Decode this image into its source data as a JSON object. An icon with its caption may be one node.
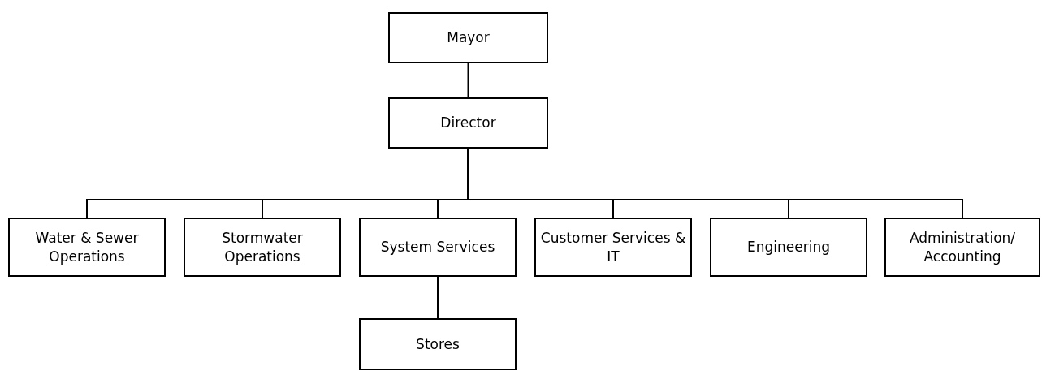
{
  "diagram": {
    "nodes": [
      {
        "text": [
          "Mayor"
        ]
      },
      {
        "text": [
          "Director"
        ]
      },
      {
        "text": [
          "Water & Sewer Operations"
        ]
      },
      {
        "text": [
          "Stormwater Operations"
        ]
      },
      {
        "text": [
          "System Services"
        ]
      },
      {
        "text": [
          "Customer Services & IT"
        ]
      },
      {
        "text": [
          "Engineering"
        ]
      },
      {
        "text": [
          "Administration/ Accounting"
        ]
      },
      {
        "text": [
          "Stores"
        ]
      }
    ],
    "edges": [
      {
        "from": 0,
        "to": 1,
        "arrow": "none"
      },
      {
        "from": 1,
        "to": 2,
        "arrow": "none"
      },
      {
        "from": 1,
        "to": 3,
        "arrow": "none"
      },
      {
        "from": 1,
        "to": 4,
        "arrow": "none"
      },
      {
        "from": 1,
        "to": 5,
        "arrow": "none"
      },
      {
        "from": 1,
        "to": 6,
        "arrow": "none"
      },
      {
        "from": 1,
        "to": 7,
        "arrow": "none"
      },
      {
        "from": 4,
        "to": 8,
        "arrow": "none"
      }
    ]
  }
}
